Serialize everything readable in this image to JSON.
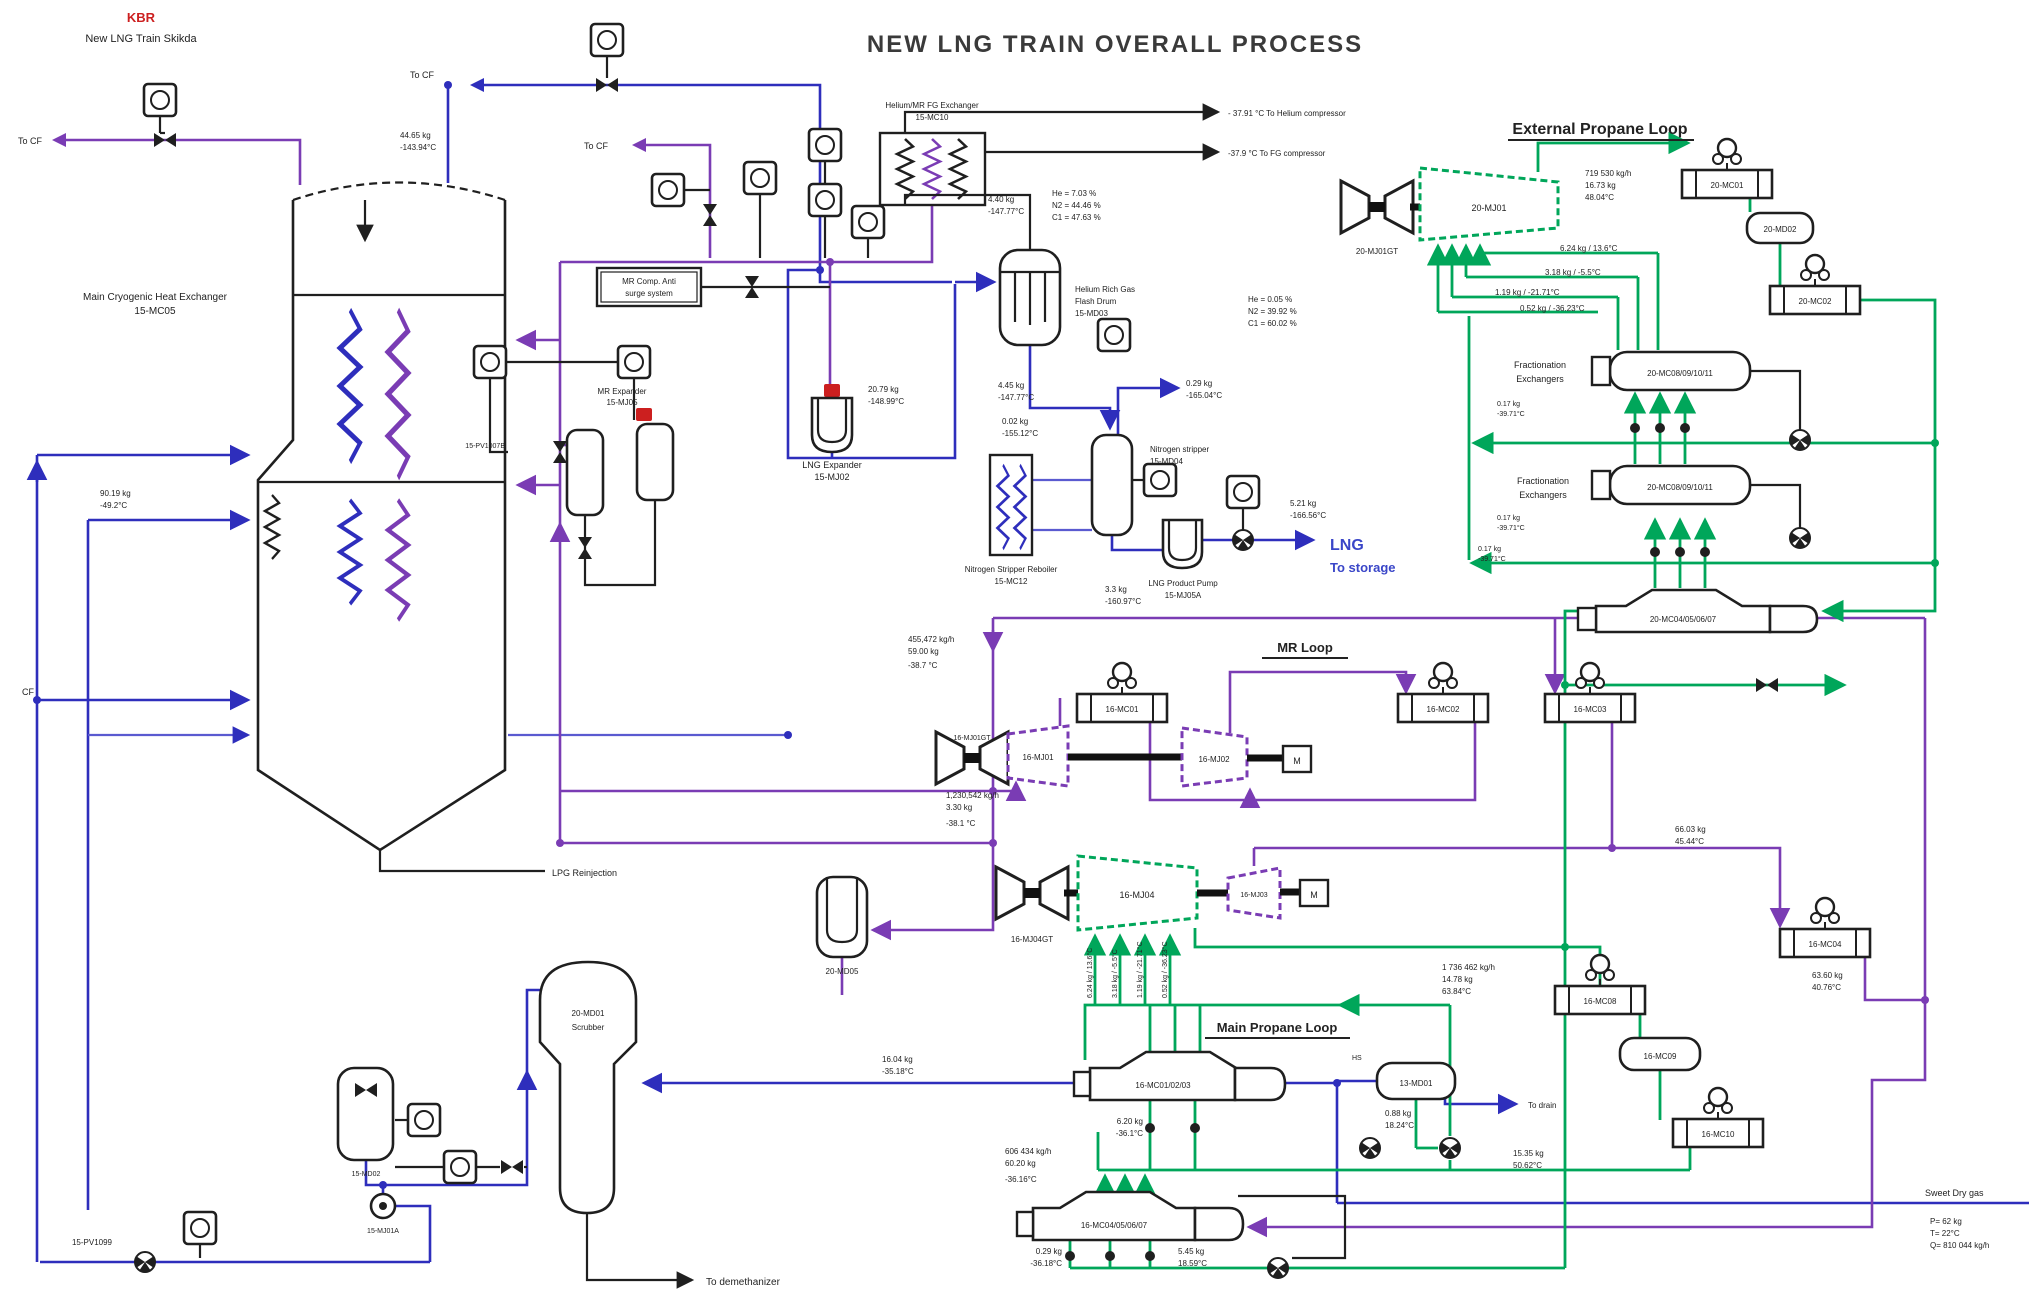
{
  "colors": {
    "accent_red": "#cc1f1f",
    "line_blue": "#2e2ebc",
    "line_blue_light": "#5a5ad0",
    "line_purple": "#7a3cb4",
    "line_green": "#00a65a",
    "line_black": "#1f1f1f",
    "lng_blue": "#3a46c8"
  },
  "header": {
    "logo": "KBR",
    "subtitle": "New LNG Train Skikda",
    "title": "NEW LNG TRAIN OVERALL PROCESS"
  },
  "loops": {
    "external": "External Propane Loop",
    "mr": "MR Loop",
    "main_propane": "Main Propane Loop"
  },
  "labels": {
    "to_cf": "To CF",
    "cf": "CF",
    "lpg": "LPG Reinjection",
    "to_demeth": "To demethanizer",
    "to_drain": "To drain",
    "lng1": "LNG",
    "lng2": "To storage",
    "sweet": "Sweet Dry gas",
    "sweet_p": "P= 62 kg",
    "sweet_t": "T= 22°C",
    "sweet_q": "Q= 810 044 kg/h",
    "to_he_comp": "- 37.91 °C To Helium compressor",
    "to_fg_comp": "-37.9 °C To FG compressor"
  },
  "eq": {
    "mche": {
      "l1": "Main Cryogenic Heat Exchanger",
      "l2": "15-MC05"
    },
    "anti": {
      "l1": "MR Comp. Anti",
      "l2": "surge system"
    },
    "he_exch": {
      "l1": "Helium/MR FG Exchanger",
      "l2": "15-MC10"
    },
    "he_drum": {
      "l1": "Helium Rich Gas",
      "l2": "Flash Drum",
      "l3": "15-MD03"
    },
    "mr_exp": {
      "l1": "MR Expander",
      "l2": "15-MJ05"
    },
    "lng_exp": {
      "l1": "LNG Expander",
      "l2": "15-MJ02"
    },
    "stripper": {
      "l1": "Nitrogen stripper",
      "l2": "15-MD04"
    },
    "reboiler": {
      "l1": "Nitrogen Stripper Reboiler",
      "l2": "15-MC12"
    },
    "lng_pump": {
      "l1": "LNG Product Pump",
      "l2": "15-MJ05A"
    },
    "scrubber": {
      "l1": "20-MD01",
      "l2": "Scrubber"
    },
    "md05": "20-MD05",
    "md02": "15-MD02",
    "pump1a": "15-MJ01A",
    "pv1099": "15-PV1099",
    "pv1007": "15-PV1007B",
    "ext": {
      "mj01": "20-MJ01",
      "mj01gt": "20-MJ01GT",
      "mc01": "20-MC01",
      "md02": "20-MD02",
      "mc02": "20-MC02",
      "frac_l1": "Fractionation",
      "frac_l2": "Exchangers",
      "frac_tag": "20-MC08/09/10/11",
      "kettle": "20-MC04/05/06/07"
    },
    "mr": {
      "mj01": "16-MJ01",
      "mj01gt": "16-MJ01GT",
      "mj02": "16-MJ02",
      "mj03": "16-MJ03",
      "mj04": "16-MJ04",
      "mj04gt": "16-MJ04GT",
      "mc01": "16-MC01",
      "mc02": "16-MC02",
      "mc03": "16-MC03",
      "mc04": "16-MC04",
      "motor": "M"
    },
    "mp": {
      "kettle_a": "16-MC01/02/03",
      "kettle_b": "16-MC04/05/06/07",
      "md01": "13-MD01",
      "mc08": "16-MC08",
      "mc09": "16-MC09",
      "mc10": "16-MC10",
      "hs": "HS"
    }
  },
  "streams": {
    "s_4465": {
      "a": "44.65 kg",
      "b": "-143.94°C"
    },
    "s_2079": {
      "a": "20.79 kg",
      "b": "-148.99°C"
    },
    "s_440": {
      "a": "4.40 kg",
      "b": "-147.77°C"
    },
    "s_445": {
      "a": "4.45 kg",
      "b": "-147.77°C"
    },
    "comp1": {
      "a": "He = 7.03 %",
      "b": "N2 = 44.46 %",
      "c": "C1 = 47.63 %"
    },
    "comp2": {
      "a": "He = 0.05 %",
      "b": "N2 = 39.92 %",
      "c": "C1 = 60.02 %"
    },
    "s_002": {
      "a": "0.02 kg",
      "b": "-155.12°C"
    },
    "s_029t": {
      "a": "0.29 kg",
      "b": "-165.04°C"
    },
    "s_521": {
      "a": "5.21 kg",
      "b": "-166.56°C"
    },
    "s_33": {
      "a": "3.3 kg",
      "b": "-160.97°C"
    },
    "s_9019": {
      "a": "90.19 kg",
      "b": "-49.2°C"
    },
    "mr_in": {
      "a": "455,472 kg/h",
      "b": "59.00 kg",
      "c": "-38.7 °C"
    },
    "mr_suc": {
      "a": "1,230,542 kg/h",
      "b": "3.30 kg",
      "c": "-38.1 °C"
    },
    "mr_dis": {
      "a": "1 736 462 kg/h",
      "b": "14.78 kg",
      "c": "63.84°C"
    },
    "pr_dis": {
      "a": "719 530 kg/h",
      "b": "16.73 kg",
      "c": "48.04°C"
    },
    "st1": "6.24 kg / 13.6°C",
    "st2": "3.18 kg / -5.5°C",
    "st3": "1.19 kg / -21.71°C",
    "st4": "0.52 kg / -36.23°C",
    "st5": {
      "a": "0.17 kg",
      "b": "-39.71°C"
    },
    "s_6603": {
      "a": "66.03 kg",
      "b": "45.44°C"
    },
    "s_6360": {
      "a": "63.60 kg",
      "b": "40.76°C"
    },
    "s_1604": {
      "a": "16.04 kg",
      "b": "-35.18°C"
    },
    "mp_in": {
      "a": "606 434 kg/h",
      "b": "60.20 kg",
      "c": "-36.16°C"
    },
    "s_620": {
      "a": "6.20 kg",
      "b": "-36.1°C"
    },
    "s_029b": {
      "a": "0.29 kg",
      "b": "-36.18°C"
    },
    "s_545": {
      "a": "5.45 kg",
      "b": "18.59°C"
    },
    "s_088": {
      "a": "0.88 kg",
      "b": "18.24°C"
    },
    "s_1535": {
      "a": "15.35 kg",
      "b": "50.62°C"
    }
  }
}
